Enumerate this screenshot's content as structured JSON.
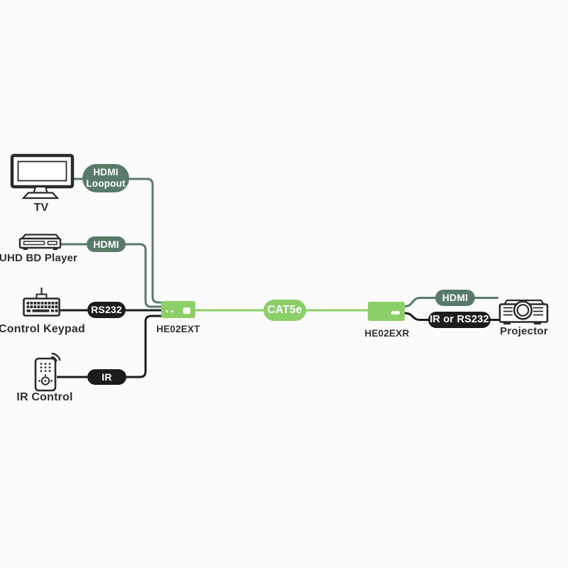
{
  "colors": {
    "background": "#fbfbfb",
    "sage_green": "#597a69",
    "light_green": "#8ccf68",
    "black_pill": "#1c1c1c",
    "label_text": "#2e2e2e",
    "pill_text": "#ffffff",
    "icon_stroke": "#2b2b2b"
  },
  "devices": {
    "tv": {
      "label": "TV"
    },
    "bd_player": {
      "label": "UHD BD Player"
    },
    "control_keypad": {
      "label": "Control Keypad"
    },
    "ir_control": {
      "label": "IR Control"
    },
    "projector": {
      "label": "Projector"
    }
  },
  "extenders": {
    "transmitter": {
      "label": "HE02EXT"
    },
    "receiver": {
      "label": "HE02EXR"
    }
  },
  "connections": {
    "hdmi_loopout": {
      "line1": "HDMI",
      "line2": "Loopout"
    },
    "hdmi_source": "HDMI",
    "rs232": "RS232",
    "ir": "IR",
    "cat5e": "CAT5e",
    "hdmi_out": "HDMI",
    "ir_or_rs232": "IR or RS232"
  }
}
